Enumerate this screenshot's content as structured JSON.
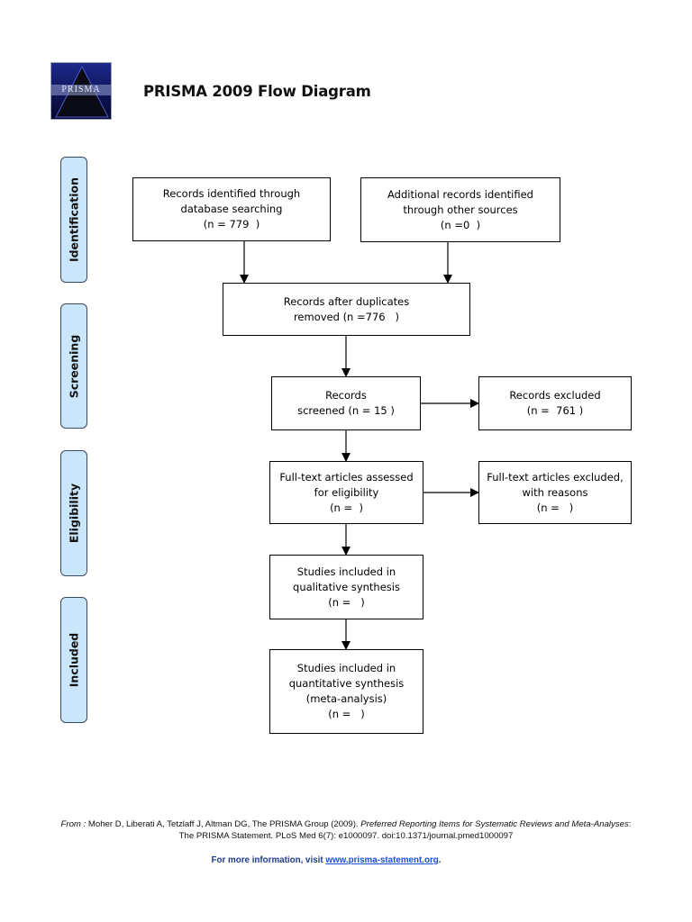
{
  "logo": {
    "text": "PRISMA"
  },
  "title": "PRISMA 2009 Flow Diagram",
  "stages": {
    "identification": "Identification",
    "screening": "Screening",
    "eligibility": "Eligibility",
    "included": "Included"
  },
  "boxes": {
    "database": {
      "line1": "Records identified through",
      "line2": "database searching",
      "line3": "(n = 779  )"
    },
    "other_sources": {
      "line1": "Additional records identified",
      "line2": "through other sources",
      "line3": "(n =0  )"
    },
    "duplicates": {
      "line1": "Records after duplicates",
      "line2": "removed (n =776   )"
    },
    "screened": {
      "line1": "Records",
      "line2": "screened (n = 15 )"
    },
    "excluded": {
      "line1": "Records excluded",
      "line2": "(n =  761 )"
    },
    "fulltext": {
      "line1": "Full-text articles assessed",
      "line2": "for eligibility",
      "line3": "(n =  )"
    },
    "fulltext_excluded": {
      "line1": "Full-text articles excluded,",
      "line2": "with reasons",
      "line3": "(n =   )"
    },
    "qualitative": {
      "line1": "Studies included in",
      "line2": "qualitative synthesis",
      "line3": "(n =   )"
    },
    "quantitative": {
      "line1": "Studies included in",
      "line2": "quantitative synthesis",
      "line3": "(meta-analysis)",
      "line4": "(n =   )"
    }
  },
  "footer": {
    "from": "From :",
    "authors": "Moher D, Liberati A, Tetzlaff J, Altman DG, The PRISMA Group (2009). ",
    "title_italic": "Preferred Reporting Items for Systematic Reviews and Meta-Analyses",
    "rest": ": The PRISMA Statement. PLoS Med 6(7): e1000097. doi:10.1371/journal.pmed1000097",
    "more_text": "For more information, visit ",
    "more_link": "www.prisma-statement.org",
    "more_end": "."
  }
}
